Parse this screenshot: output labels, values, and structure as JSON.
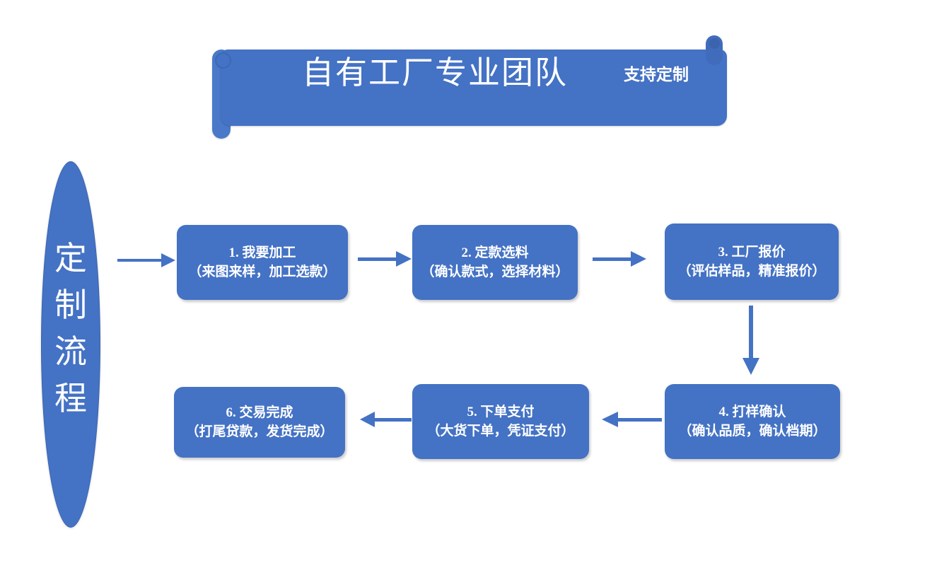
{
  "banner": {
    "title": "自有工厂专业团队",
    "subtitle": "支持定制",
    "shape": "scroll-ribbon",
    "fill_color": "#4472C4",
    "text_color": "#FFFFFF"
  },
  "flow_label": {
    "text": "定制流程",
    "characters": [
      "定",
      "制",
      "流",
      "程"
    ],
    "shape": "ellipse",
    "fill_color": "#4472C4"
  },
  "steps": [
    {
      "id": "step-1",
      "title": "1. 我要加工",
      "detail": "（来图来样，加工选款）"
    },
    {
      "id": "step-2",
      "title": "2. 定款选料",
      "detail": "（确认款式，选择材料）"
    },
    {
      "id": "step-3",
      "title": "3. 工厂报价",
      "detail": "（评估样品，精准报价）"
    },
    {
      "id": "step-4",
      "title": "4. 打样确认",
      "detail": "（确认品质，确认档期）"
    },
    {
      "id": "step-5",
      "title": "5. 下单支付",
      "detail": "（大货下单，凭证支付）"
    },
    {
      "id": "step-6",
      "title": "6. 交易完成",
      "detail": "（打尾贷款，发货完成）"
    }
  ],
  "arrows": [
    {
      "id": "arrow-entry",
      "from": "flow-label",
      "to": "step-1",
      "direction": "right"
    },
    {
      "id": "arrow-1-to-2",
      "from": "step-1",
      "to": "step-2",
      "direction": "right"
    },
    {
      "id": "arrow-2-to-3",
      "from": "step-2",
      "to": "step-3",
      "direction": "right"
    },
    {
      "id": "arrow-3-to-4",
      "from": "step-3",
      "to": "step-4",
      "direction": "down"
    },
    {
      "id": "arrow-4-to-5",
      "from": "step-4",
      "to": "step-5",
      "direction": "left"
    },
    {
      "id": "arrow-5-to-6",
      "from": "step-5",
      "to": "step-6",
      "direction": "left"
    }
  ],
  "colors": {
    "accent": "#4472C4",
    "arrow": "#4472C4",
    "background": "#FFFFFF",
    "text_on_accent": "#FFFFFF"
  }
}
